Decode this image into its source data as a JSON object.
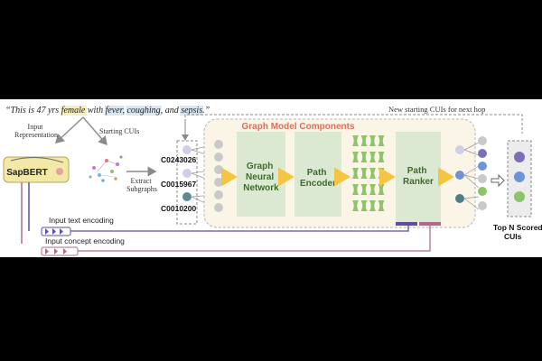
{
  "sentence": {
    "open": "“This is 47 yrs ",
    "w_female": "female",
    "mid1": " with ",
    "w_fever": "fever",
    "c1": ", ",
    "w_coughing": "coughing",
    "c2": ", and ",
    "w_sepsis": "sepsis",
    "close": ".”"
  },
  "labels": {
    "input_representation": [
      "Input",
      "Representation"
    ],
    "starting_cuis": "Starting CUIs",
    "sapbert": "SapBERT",
    "extract_subgraphs": [
      "Extract",
      "Subgraphs"
    ],
    "new_starting": "New starting CUIs for next hop",
    "graph_model_components": "Graph Model Components",
    "gnn": [
      "Graph",
      "Neural",
      "Network"
    ],
    "path_encoder": [
      "Path",
      "Encoder"
    ],
    "path_ranker": [
      "Path",
      "Ranker"
    ],
    "top_n": [
      "Top N Scored",
      "CUIs"
    ],
    "input_text_encoding": "Input text encoding",
    "input_concept_encoding": "Input concept encoding",
    "cui_1": "C0243026",
    "cui_2": "C0015967",
    "cui_3": "C0010200"
  },
  "colors": {
    "highlight_yellow": "#f6efb8",
    "highlight_blue": "#d8e6f3",
    "component_green": "#dbe9d2",
    "component_text": "#3f6b2a",
    "title_red": "#d9715c",
    "arrow_yellow": "#f4c542",
    "node_lavender": "#cfcde8",
    "node_gray": "#c9c9c9",
    "node_purple": "#7b6fb6",
    "node_blue": "#6f94d6",
    "node_green": "#8fc36a",
    "node_teal": "#4d7e86",
    "line_purple": "#5c4ea3",
    "line_pink": "#b06a8c",
    "panel_bg": "#fbf5e8"
  }
}
